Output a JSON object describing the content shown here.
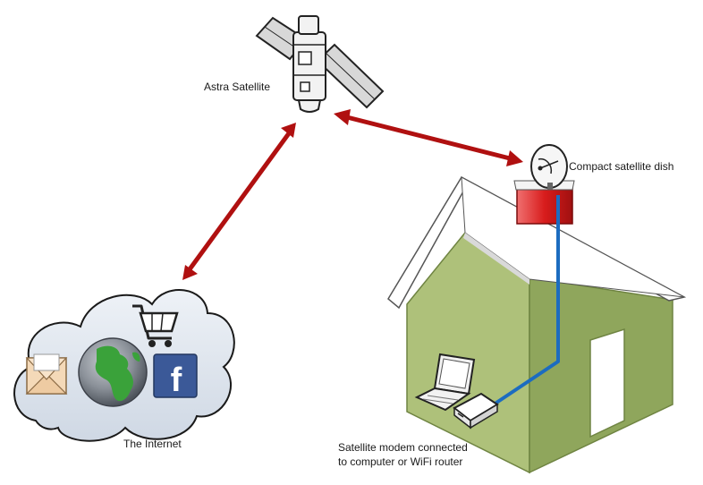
{
  "labels": {
    "satellite": "Astra Satellite",
    "dish": "Compact satellite dish",
    "internet": "The Internet",
    "modem_line1": "Satellite modem connected",
    "modem_line2": "to computer or WiFi router"
  },
  "icons": {
    "facebook_letter": "f"
  },
  "colors": {
    "link_arrow": "#b01010",
    "cable": "#1c6cc0",
    "house_wall": "#aec17a",
    "house_wall_dark": "#8fa65c",
    "roof": "#ffffff",
    "chimney": "#d01c1c",
    "cloud": "#dfe6ef",
    "globe_ocean": "#7a8088",
    "globe_land": "#3aa23a",
    "facebook": "#3b5998"
  }
}
